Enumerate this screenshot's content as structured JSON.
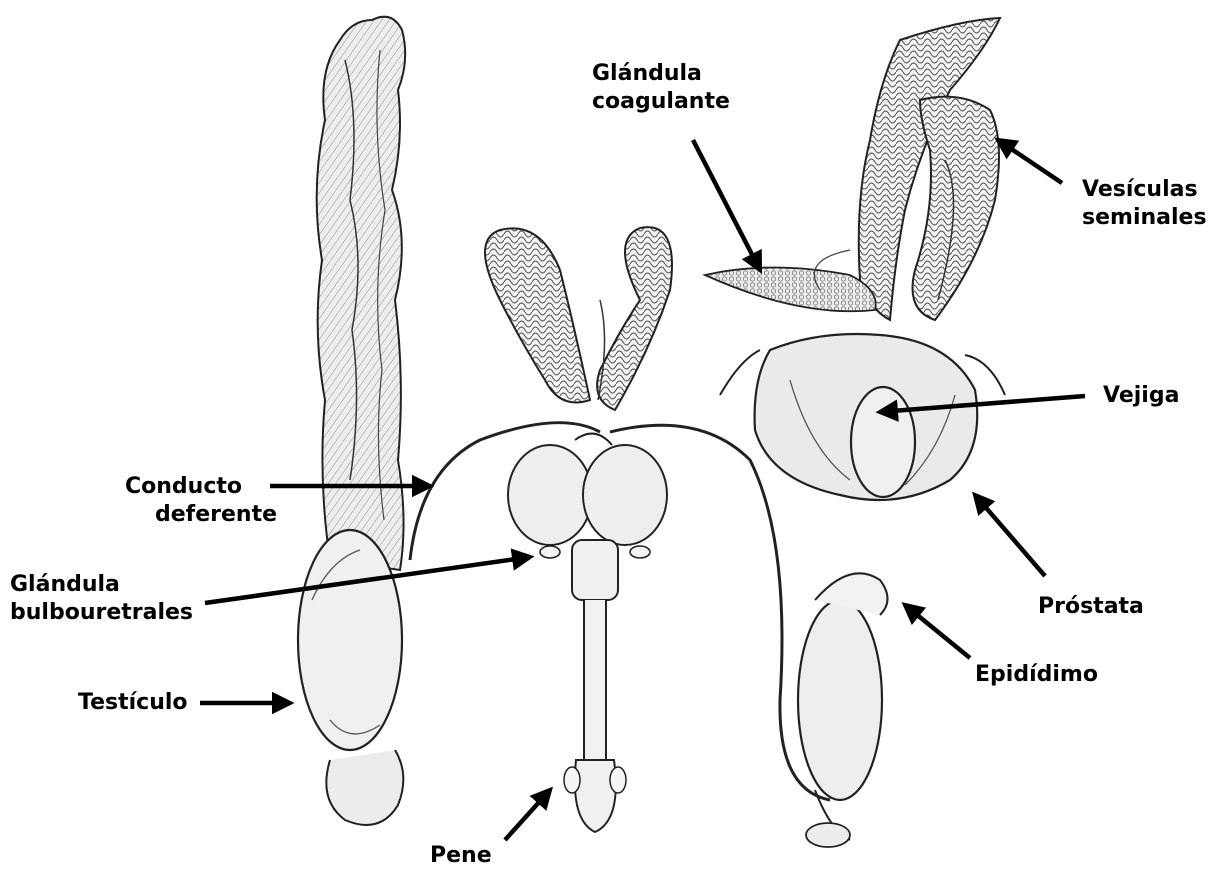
{
  "colors": {
    "ink": "#1a1a1a",
    "tissue": "#f1f1f1",
    "background": "#ffffff",
    "arrow": "#000000"
  },
  "labels": {
    "glandula_coagulante": [
      "Glándula",
      "coagulante"
    ],
    "vesiculas_seminales": [
      "Vesículas",
      "seminales"
    ],
    "vejiga": "Vejiga",
    "conducto_deferente": [
      "Conducto",
      "deferente"
    ],
    "glandula_bulbouretrales": [
      "Glándula",
      "bulbouretrales"
    ],
    "prostata": "Próstata",
    "testiculo": "Testículo",
    "epididimo": "Epidídimo",
    "pene": "Pene"
  },
  "icons": [
    "arrow-icon",
    "testis-drawing",
    "seminal-vesicle-drawing",
    "bladder-drawing",
    "penis-drawing"
  ]
}
